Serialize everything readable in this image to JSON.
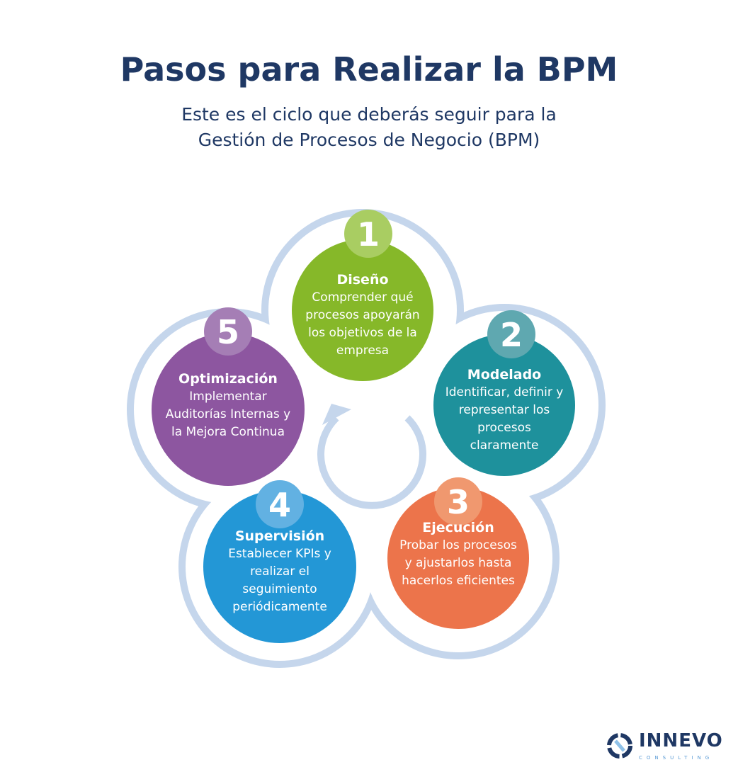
{
  "title": "Pasos para Realizar la BPM",
  "subtitle_line1": "Este es el ciclo que deberás seguir para la",
  "subtitle_line2": "Gestión de Procesos de Negocio (BPM)",
  "steps": [
    {
      "number": "1",
      "title": "Diseño",
      "text": "Comprender qué procesos apoyarán los objetivos de la empresa",
      "color": "#86b829",
      "badge_color": "#a9cd62"
    },
    {
      "number": "2",
      "title": "Modelado",
      "text": "Identificar, definir y representar los procesos claramente",
      "color": "#1e919c",
      "badge_color": "#5fa8b0"
    },
    {
      "number": "3",
      "title": "Ejecución",
      "text": "Probar los procesos y ajustarlos hasta hacerlos eficientes",
      "color": "#ec744b",
      "badge_color": "#f0986f"
    },
    {
      "number": "4",
      "title": "Supervisión",
      "text": "Establecer KPIs y realizar el seguimiento periódicamente",
      "color": "#2397d6",
      "badge_color": "#62b1e2"
    },
    {
      "number": "5",
      "title": "Optimización",
      "text": "Implementar Auditorías Internas y la Mejora Continua",
      "color": "#8d56a0",
      "badge_color": "#a57eb5"
    }
  ],
  "outline_color": "#c5d6ec",
  "logo": {
    "name": "INNEVO",
    "tagline": "CONSULTING"
  }
}
